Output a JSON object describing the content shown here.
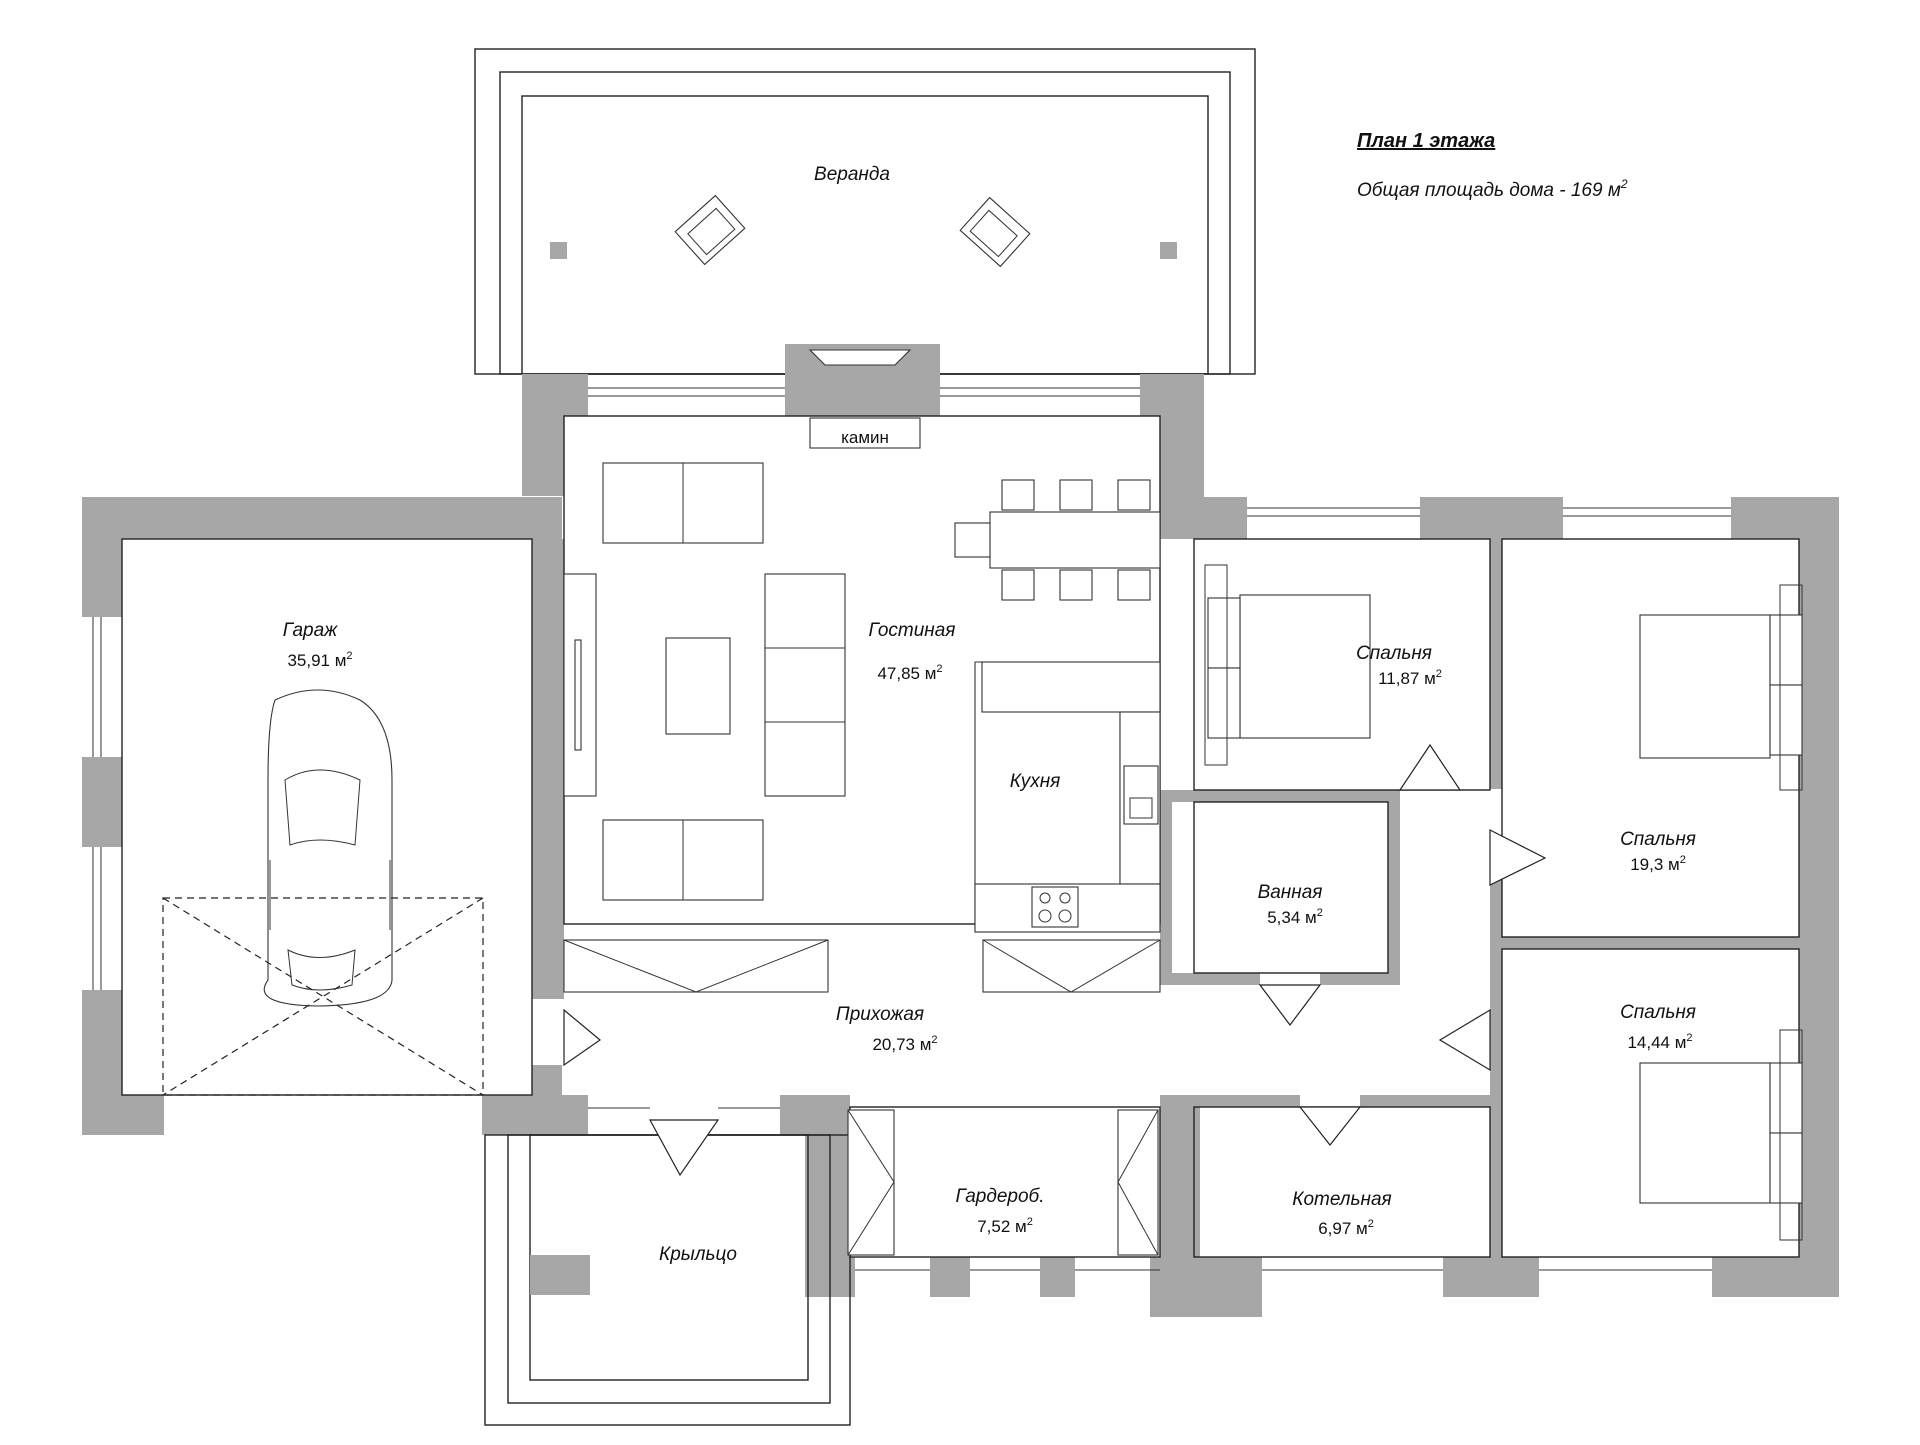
{
  "title": "План 1 этажа",
  "total_area": {
    "text": "Общая площадь дома - 169 м",
    "sup": "2"
  },
  "rooms": [
    {
      "key": "veranda",
      "name": "Веранда",
      "area": ""
    },
    {
      "key": "garage",
      "name": "Гараж",
      "area": "35,91 м",
      "sup": "2"
    },
    {
      "key": "living",
      "name": "Гостиная",
      "area": "47,85 м",
      "sup": "2"
    },
    {
      "key": "kitchen",
      "name": "Кухня",
      "area": ""
    },
    {
      "key": "hall",
      "name": "Прихожая",
      "area": "20,73 м",
      "sup": "2"
    },
    {
      "key": "bedroom_small",
      "name": "Спальня",
      "area": "11,87 м",
      "sup": "2"
    },
    {
      "key": "bedroom_big",
      "name": "Спальня",
      "area": "19,3 м",
      "sup": "2"
    },
    {
      "key": "bedroom_mid",
      "name": "Спальня",
      "area": "14,44 м",
      "sup": "2"
    },
    {
      "key": "bathroom",
      "name": "Ванная",
      "area": "5,34 м",
      "sup": "2"
    },
    {
      "key": "boiler",
      "name": "Котельная",
      "area": "6,97 м",
      "sup": "2"
    },
    {
      "key": "wardrobe",
      "name": "Гардероб.",
      "area": "7,52 м",
      "sup": "2"
    },
    {
      "key": "porch",
      "name": "Крыльцо",
      "area": ""
    }
  ],
  "fireplace_label": "камин",
  "colors": {
    "wall": "#a7a7a7",
    "line": "#222222",
    "background": "#ffffff"
  }
}
